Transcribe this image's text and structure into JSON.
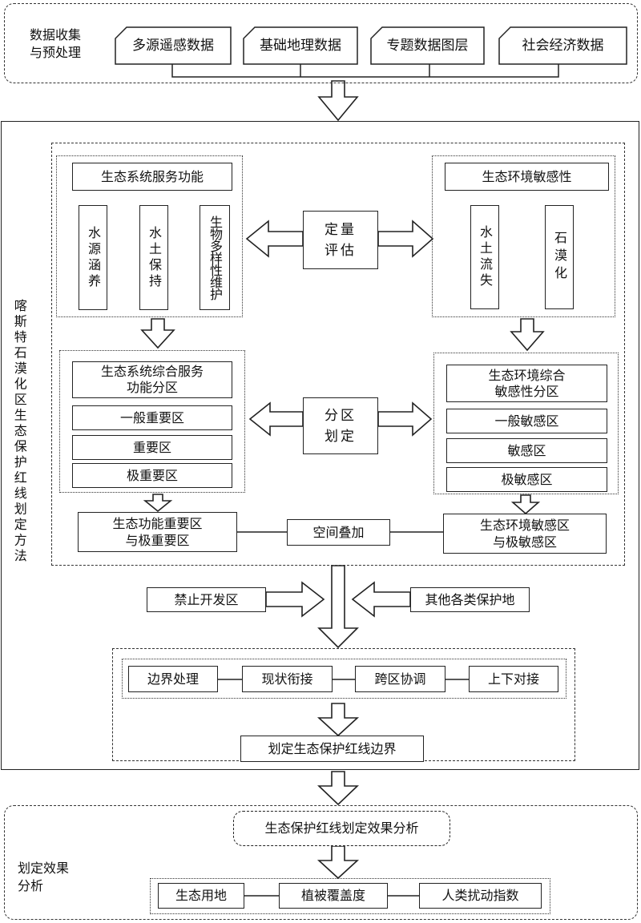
{
  "data_collection": {
    "label": "数据收集\n与预处理",
    "items": [
      "多源遥感数据",
      "基础地理数据",
      "专题数据图层",
      "社会经济数据"
    ]
  },
  "method_title": "喀斯特石漠化区生态保护红线划定方法",
  "quant_eval": "定量\n评估",
  "ecosystem_service": {
    "title": "生态系统服务功能",
    "items": [
      "水源涵养",
      "水土保持",
      "生物多样性维护"
    ]
  },
  "eco_sensitivity": {
    "title": "生态环境敏感性",
    "items": [
      "水土流失",
      "石漠化"
    ]
  },
  "zoning": "分区\n划定",
  "service_zones": {
    "title": "生态系统综合服务\n功能分区",
    "items": [
      "一般重要区",
      "重要区",
      "极重要区"
    ]
  },
  "sensitivity_zones": {
    "title": "生态环境综合\n敏感性分区",
    "items": [
      "一般敏感区",
      "敏感区",
      "极敏感区"
    ]
  },
  "important_areas": "生态功能重要区\n与极重要区",
  "overlay": "空间叠加",
  "sensitive_areas": "生态环境敏感区\n与极敏感区",
  "prohibited": "禁止开发区",
  "other_protected": "其他各类保护地",
  "adjustments": [
    "边界处理",
    "现状衔接",
    "跨区协调",
    "上下对接"
  ],
  "redline_boundary": "划定生态保护红线边界",
  "effect_analysis": {
    "label": "划定效果\n分析",
    "title": "生态保护红线划定效果分析",
    "items": [
      "生态用地",
      "植被覆盖度",
      "人类扰动指数"
    ]
  }
}
